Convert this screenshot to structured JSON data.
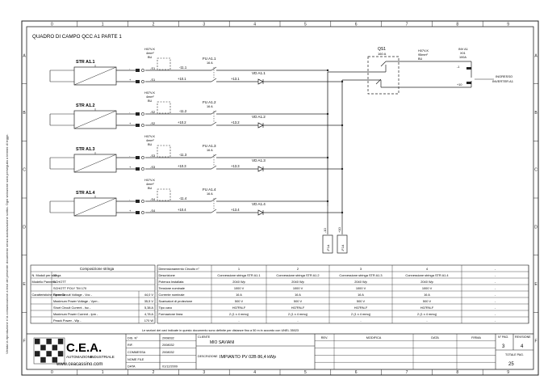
{
  "sheet": {
    "title": "QUADRO DI CAMPO QCC A1 PARTE 1",
    "col_labels": [
      "0",
      "1",
      "2",
      "3",
      "4",
      "5",
      "6",
      "7",
      "8",
      "9"
    ],
    "row_labels": [
      "A",
      "B",
      "C",
      "D",
      "E",
      "F"
    ],
    "side_note": "Vietata la riproduzione e la comunicazione a terzi del presente documento senza autorizzazione scritta. Ogni violazione sarà perseguita a termini di legge."
  },
  "strings": [
    {
      "name": "STR A1.1",
      "cable": "H07V-K",
      "section": "4mm²",
      "color": "BU",
      "t1": "-S1",
      "t2": "-S1",
      "wire1": "-11.1",
      "wire2": "+10.1",
      "fuse": "FU A1.1",
      "fuse_rating": "16 A",
      "node": "+13.1",
      "diode": "VD A1.1"
    },
    {
      "name": "STR A1.2",
      "cable": "H07V-K",
      "section": "4mm²",
      "color": "BU",
      "t1": "-S2",
      "t2": "-S2",
      "wire1": "-11.2",
      "wire2": "+10.2",
      "fuse": "FU A1.2",
      "fuse_rating": "16 A",
      "node": "+13.2",
      "diode": "VD A1.2"
    },
    {
      "name": "STR A1.3",
      "cable": "H07V-K",
      "section": "4mm²",
      "color": "BU",
      "t1": "-S3",
      "t2": "-S3",
      "wire1": "-11.3",
      "wire2": "+10.3",
      "fuse": "FU A1.3",
      "fuse_rating": "16 A",
      "node": "+13.3",
      "diode": "VD A1.3"
    },
    {
      "name": "STR A1.4",
      "cable": "H07V-K",
      "section": "4mm²",
      "color": "BU",
      "t1": "-S4",
      "t2": "-S4",
      "wire1": "-11.4",
      "wire2": "+10.4",
      "fuse": "FU A1.4",
      "fuse_rating": "16 A",
      "node": "+13.4",
      "diode": "VD A1.4"
    }
  ],
  "switch": {
    "label": "QS1",
    "rating": "160 A"
  },
  "out_cable": {
    "type": "H07V-K",
    "section": "95mm²",
    "color": "BU"
  },
  "out_terminal": {
    "label": "INV A1",
    "code": "X01",
    "rating": "100A"
  },
  "out_wires": [
    "-1",
    "+10"
  ],
  "ingresso": {
    "line1": "INGRESSO",
    "line2": "INVERTER A1"
  },
  "vertical_tags": [
    "-10",
    "+10"
  ],
  "spd_tags": [
    "-F1A",
    "-F1A"
  ],
  "composition": {
    "header": "Composizione stringa",
    "rows": [
      {
        "label": "N. Moduli per stringa",
        "value": "12",
        "unit": ""
      },
      {
        "label": "Modello Pannello",
        "value": "SCHOTT",
        "unit": ""
      },
      {
        "label": "",
        "value": "SCHOTT POLY TM 170",
        "unit": ""
      },
      {
        "label": "Caratteristiche Pannello",
        "value": "Open Circuit Voltage - Voc -",
        "unit": "44,0 V"
      },
      {
        "label": "",
        "value": "Maximum Power Voltage - Vpm -",
        "unit": "35,5 V"
      },
      {
        "label": "",
        "value": "Short Circuit Current - Isc -",
        "unit": "5,38 A"
      },
      {
        "label": "",
        "value": "Maximum Power Current - Ipm -",
        "unit": "4,78 A"
      },
      {
        "label": "",
        "value": "Peack Power - Wp -",
        "unit": "170 W"
      }
    ]
  },
  "circuits": {
    "header_label": "Dimensionamento Circuito n°",
    "numbers": [
      "1",
      "2",
      "3",
      "4",
      "-"
    ],
    "rows": [
      {
        "label": "Descrizione",
        "cells": [
          "Connessione stringa STR A1.1",
          "Connessione stringa STR A1.2",
          "Connessione stringa STR A1.3",
          "Connessione stringa STR A1.4",
          "-"
        ]
      },
      {
        "label": "Potenza Installata",
        "cells": [
          "2040 Wp",
          "2040 Wp",
          "2040 Wp",
          "2040 Wp",
          "-"
        ]
      },
      {
        "label": "Tensione nominale",
        "cells": [
          "1000 V",
          "1000 V",
          "1000 V",
          "1000 V",
          "-"
        ]
      },
      {
        "label": "Corrente nominale",
        "cells": [
          "16 A",
          "16 A",
          "16 A",
          "16 A",
          "-"
        ]
      },
      {
        "label": "Scaricatori di protezione",
        "cells": [
          "500 V",
          "500 V",
          "500 V",
          "500 V",
          "-"
        ]
      },
      {
        "label": "Tipo cavo",
        "cells": [
          "H07RN-F",
          "H07RN-F",
          "H07RN-F",
          "H07RN-F",
          "-"
        ]
      },
      {
        "label": "Formazione linea",
        "cells": [
          "2 (1 x 4 mmq)",
          "2 (1 x 4 mmq)",
          "2 (1 x 4 mmq)",
          "2 (1 x 4 mmq)",
          "-"
        ]
      },
      {
        "label": "",
        "cells": [
          "-",
          "-",
          "-",
          "-",
          "-"
        ]
      }
    ]
  },
  "note": "Le sezioni dei cavi indicate in questo documento sono definite per distanze fino a 50 m in accordo con UNEL 35023",
  "titleblock": {
    "logo": "C.E.A.",
    "logo_sub1": "AUTOMAZIONE",
    "logo_sub2": "INDUSTRIALE",
    "web": "www.ceacassino.com",
    "fields": [
      {
        "label": "DIS. N°",
        "value": "2008032"
      },
      {
        "label": "RIF.",
        "value": "2008032"
      },
      {
        "label": "COMMESSA",
        "value": "2008032"
      },
      {
        "label": "NOME FILE",
        "value": ""
      },
      {
        "label": "DATA",
        "value": "01/12/2009"
      }
    ],
    "client_label": "CLIENTE",
    "client": "MIO SAVIANI",
    "desc_label": "DESCRIZIONE",
    "description": "IMPIANTO PV 02B 86,4 kWp",
    "rev_headers": [
      "REV.",
      "MODIFICA",
      "DATA",
      "FIRMA"
    ],
    "sheet_label": "N° PAG.",
    "sheet": "3",
    "rev_label": "REVISIONE",
    "rev": "4",
    "total_label": "TOTALE PAG.",
    "total": "25"
  }
}
